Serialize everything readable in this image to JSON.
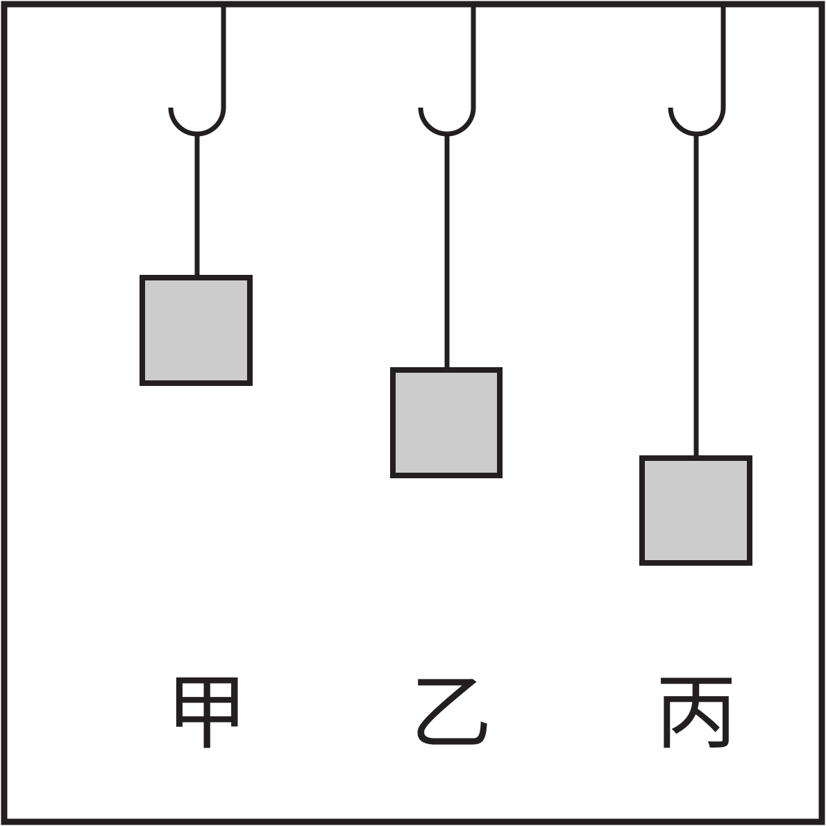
{
  "pendulums": [
    {
      "label": "甲"
    },
    {
      "label": "乙"
    },
    {
      "label": "丙"
    }
  ],
  "colors": {
    "stroke": "#231f20",
    "block_fill": "#cccccc",
    "background": "#ffffff"
  }
}
